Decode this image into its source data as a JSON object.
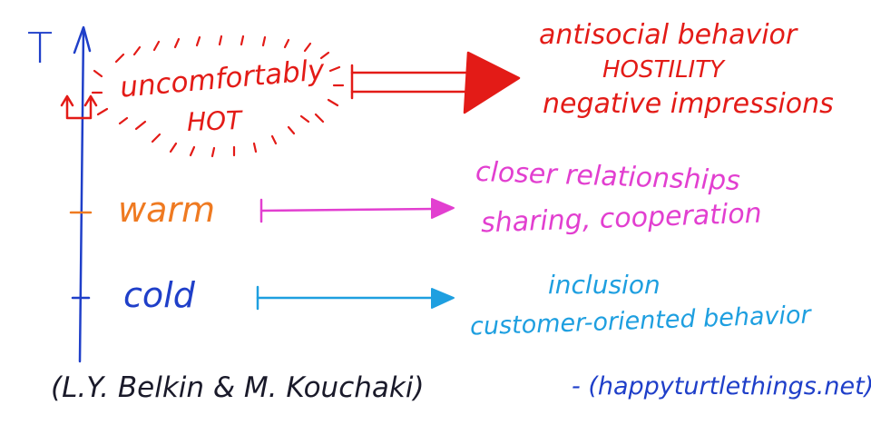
{
  "axis": {
    "label": "T"
  },
  "levels": {
    "hot": {
      "line1": "uncomfortably",
      "line2": "HOT"
    },
    "warm": {
      "label": "warm"
    },
    "cold": {
      "label": "cold"
    }
  },
  "outcomes": {
    "hot": [
      "antisocial behavior",
      "HOSTILITY",
      "negative impressions"
    ],
    "warm": [
      "closer relationships",
      "sharing, cooperation"
    ],
    "cold": [
      "inclusion",
      "customer-oriented behavior"
    ]
  },
  "citation": "(L.Y. Belkin & M. Kouchaki)",
  "credit": "- (happyturtlethings.net)",
  "colors": {
    "axis": "#1f3fc9",
    "hot": "#e31b17",
    "warm_label": "#ef7a21",
    "warm_arrow": "#e23fd0",
    "cold_label": "#1f3fc9",
    "cold_arrow": "#1e9fe0",
    "ink": "#1a1a2a"
  }
}
